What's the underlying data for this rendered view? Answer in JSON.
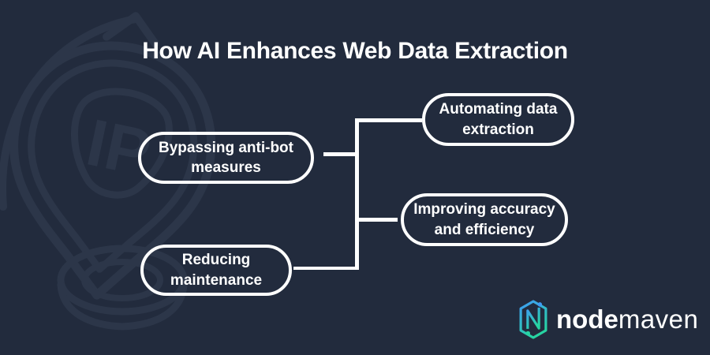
{
  "title": "How AI Enhances Web Data Extraction",
  "diagram": {
    "nodes": [
      {
        "id": "bypassing-anti-bot-measures",
        "label": "Bypassing anti-bot measures",
        "lines": [
          "Bypassing anti-bot",
          "measures"
        ]
      },
      {
        "id": "reducing-maintenance",
        "label": "Reducing maintenance",
        "lines": [
          "Reducing",
          "maintenance"
        ]
      },
      {
        "id": "automating-data-extraction",
        "label": "Automating data extraction",
        "lines": [
          "Automating data",
          "extraction"
        ]
      },
      {
        "id": "improving-accuracy-and-efficiency",
        "label": "Improving accuracy and efficiency",
        "lines": [
          "Improving accuracy",
          "and efficiency"
        ]
      }
    ]
  },
  "watermark": {
    "icon": "ip-location-pin-watermark",
    "label": "IP"
  },
  "logo": {
    "icon": "nodemaven-hexagon-n-icon",
    "name_bold": "node",
    "name_light": "maven"
  },
  "colors": {
    "background": "#222b3d",
    "foreground": "#ffffff",
    "watermark_stroke": "#2c3649",
    "logo_gradient_start": "#3f9bf5",
    "logo_gradient_end": "#27d3a2"
  }
}
